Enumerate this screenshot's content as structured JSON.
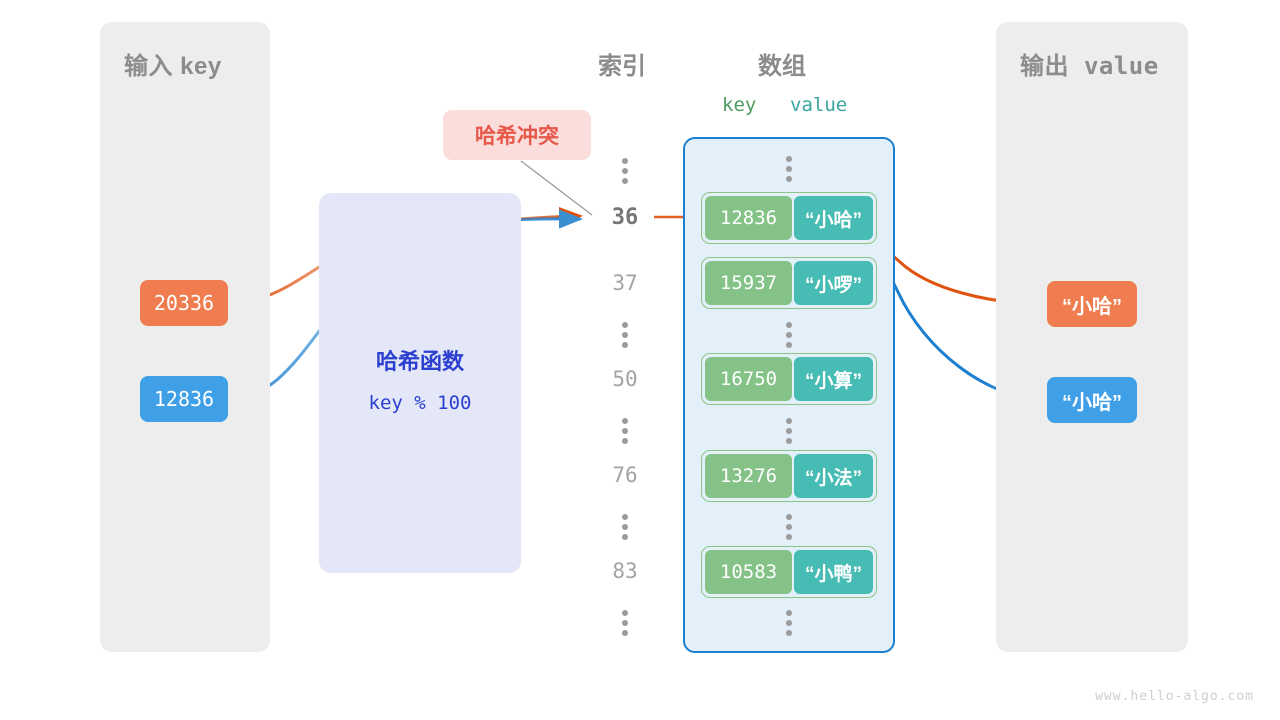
{
  "panels": {
    "input": {
      "title": "输入 key"
    },
    "output": {
      "title": "输出 value"
    }
  },
  "headers": {
    "index": "索引",
    "array": "数组",
    "key": "key",
    "value": "value"
  },
  "hash_function": {
    "title": "哈希函数",
    "formula": "key % 100"
  },
  "collision": {
    "label": "哈希冲突"
  },
  "input_keys": [
    {
      "text": "20336",
      "color": "#ef7d4f"
    },
    {
      "text": "12836",
      "color": "#3fa0e8"
    }
  ],
  "output_values": [
    {
      "text": "“小哈”",
      "color": "#ef7d4f"
    },
    {
      "text": "“小哈”",
      "color": "#3fa0e8"
    }
  ],
  "indices": [
    {
      "type": "dots"
    },
    {
      "type": "label",
      "text": "36",
      "active": true
    },
    {
      "type": "label",
      "text": "37",
      "active": false
    },
    {
      "type": "dots"
    },
    {
      "type": "label",
      "text": "50",
      "active": false
    },
    {
      "type": "dots"
    },
    {
      "type": "label",
      "text": "76",
      "active": false
    },
    {
      "type": "dots"
    },
    {
      "type": "label",
      "text": "83",
      "active": false
    },
    {
      "type": "dots"
    }
  ],
  "buckets": [
    {
      "key": "12836",
      "value": "“小哈”"
    },
    {
      "key": "15937",
      "value": "“小啰”"
    },
    {
      "key": "16750",
      "value": "“小算”"
    },
    {
      "key": "13276",
      "value": "“小法”"
    },
    {
      "key": "10583",
      "value": "“小鸭”"
    }
  ],
  "colors": {
    "panel_bg": "#ededed",
    "array_bg": "#e3f0fa",
    "array_border": "#1d7fd0",
    "cell_key": "#84c287",
    "cell_value": "#46bcb4",
    "cell_outline": "#8cc584",
    "hash_bg": "#e3e7f8",
    "hash_text": "#2b3fd0",
    "collision_bg": "#fbdedc",
    "collision_text": "#e8584a",
    "orange": "#ef7d4f",
    "orange_arrow": "#e0520f",
    "blue": "#3fa0e8",
    "blue_arrow": "#1d7fd0",
    "muted_text": "#8c8c8c"
  },
  "watermark": "www.hello-algo.com"
}
